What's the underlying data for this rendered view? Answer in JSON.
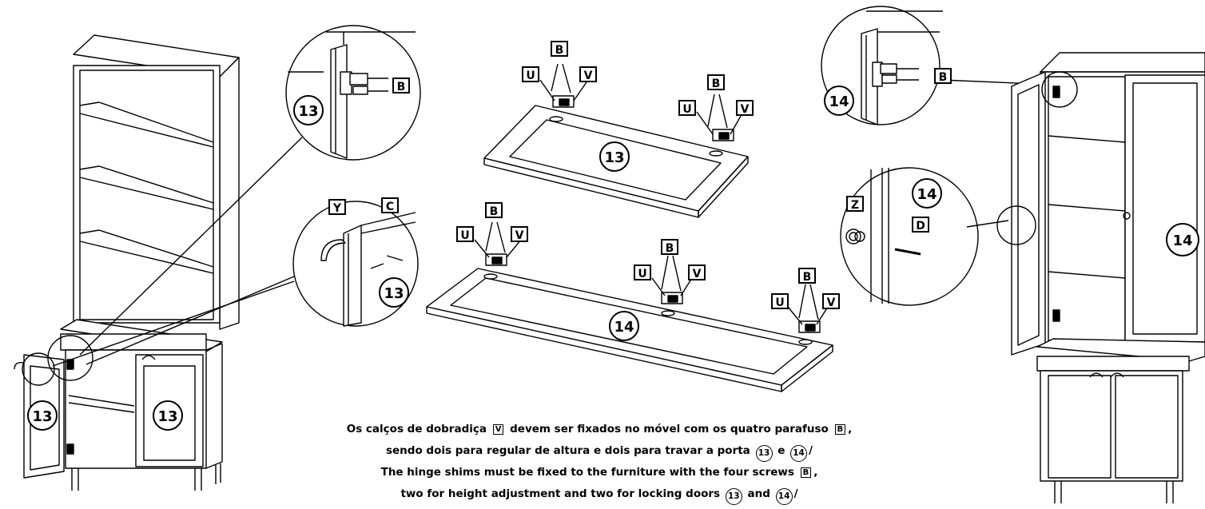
{
  "labels": {
    "door13": "13",
    "door14": "14",
    "screw_B": "B",
    "part_U": "U",
    "part_V": "V",
    "part_Y": "Y",
    "part_C": "C",
    "part_Z": "Z",
    "part_D": "D"
  },
  "instructions": {
    "pt_line1_pre": "Os calços de dobradiça",
    "pt_line1_part": "V",
    "pt_line1_mid": "devem ser fixados no móvel com os quatro parafuso",
    "pt_line1_screw": "B",
    "pt_line1_end": ",",
    "pt_line2_pre": "sendo dois para regular de altura e dois para travar a porta",
    "door_a": "13",
    "and_pt": "e",
    "door_b": "14",
    "slash": "/",
    "en_line1_pre": "The hinge shims must be fixed to the furniture with the four screws",
    "en_line1_screw": "B",
    "en_line1_end": ",",
    "en_line2_pre": "two for height adjustment and two for locking doors",
    "and_en": "and"
  }
}
